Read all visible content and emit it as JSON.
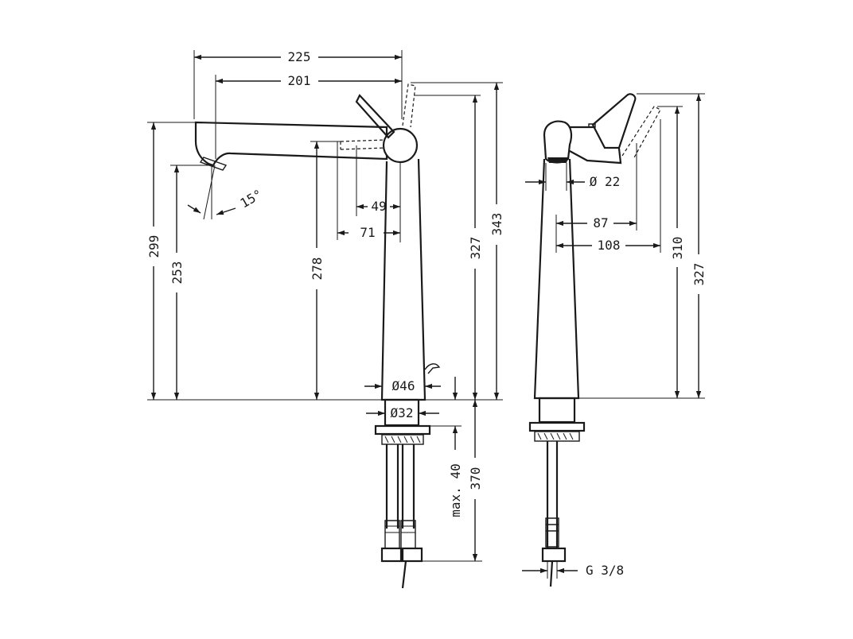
{
  "dimensions": {
    "d225": "225",
    "d201": "201",
    "d15deg": "15°",
    "d49": "49",
    "d71": "71",
    "d299": "299",
    "d253": "253",
    "d278": "278",
    "d327_front": "327",
    "d343": "343",
    "dia46": "Ø46",
    "dia32": "Ø32",
    "dmax40": "max. 40",
    "d370": "370",
    "dia22": "Ø 22",
    "d87": "87",
    "d108": "108",
    "d310": "310",
    "d327_side": "327",
    "thread": "G 3/8"
  },
  "colors": {
    "line": "#1a1a1a",
    "background": "#ffffff"
  }
}
